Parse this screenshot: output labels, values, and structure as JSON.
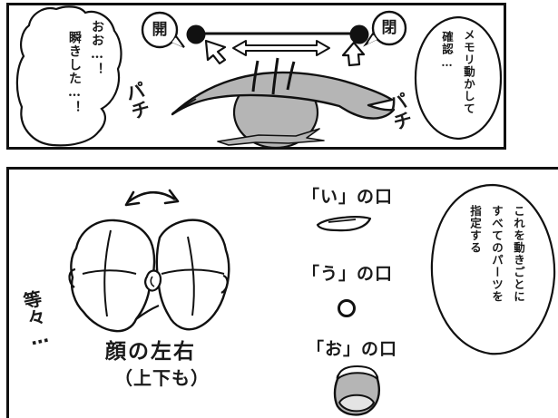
{
  "colors": {
    "ink": "#1a1a1a",
    "tone_gray": "#b5b5b5",
    "light_gray": "#e4e4e4",
    "paper": "#ffffff"
  },
  "top_panel": {
    "left_bubble": {
      "line1": "おお…！",
      "line2": "瞬きした…！"
    },
    "slider": {
      "open_label": "開",
      "close_label": "閉"
    },
    "sfx_left": "パチ",
    "sfx_right": "パチ",
    "right_bubble": {
      "line1": "メモリ動かして",
      "line2": "確認…"
    }
  },
  "bottom_panel": {
    "etc_note": "等々…",
    "caption": {
      "line1": "顔の左右",
      "line2": "（上下も）"
    },
    "mouth_labels": {
      "i": "「い」の口",
      "u": "「う」の口",
      "o": "「お」の口"
    },
    "right_bubble": {
      "line1": "これを動きごとに",
      "line2": "すべてのパーツを",
      "line3": "指定する"
    }
  }
}
